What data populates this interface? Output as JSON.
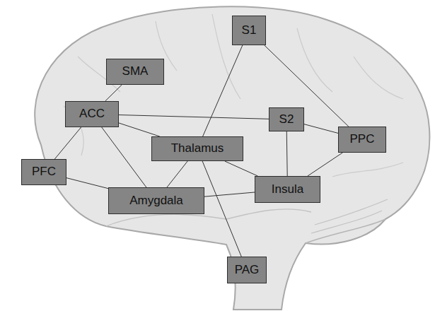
{
  "diagram": {
    "nodes": [
      {
        "text": [
          "S1"
        ]
      },
      {
        "text": [
          "SMA"
        ]
      },
      {
        "text": [
          "ACC"
        ]
      },
      {
        "text": [
          "S2"
        ]
      },
      {
        "text": [
          "PPC"
        ]
      },
      {
        "text": [
          "Thalamus"
        ]
      },
      {
        "text": [
          "PFC"
        ]
      },
      {
        "text": [
          "Insula"
        ]
      },
      {
        "text": [
          "Amygdala"
        ]
      },
      {
        "text": [
          "PAG"
        ]
      }
    ],
    "edges": [
      {
        "from": 0,
        "to": 5,
        "arrow": "none"
      },
      {
        "from": 0,
        "to": 4,
        "arrow": "none"
      },
      {
        "from": 1,
        "to": 2,
        "arrow": "none"
      },
      {
        "from": 2,
        "to": 3,
        "arrow": "none"
      },
      {
        "from": 2,
        "to": 5,
        "arrow": "none"
      },
      {
        "from": 2,
        "to": 6,
        "arrow": "none"
      },
      {
        "from": 2,
        "to": 8,
        "arrow": "none"
      },
      {
        "from": 3,
        "to": 4,
        "arrow": "none"
      },
      {
        "from": 3,
        "to": 7,
        "arrow": "none"
      },
      {
        "from": 5,
        "to": 7,
        "arrow": "none"
      },
      {
        "from": 5,
        "to": 8,
        "arrow": "none"
      },
      {
        "from": 5,
        "to": 9,
        "arrow": "none"
      },
      {
        "from": 4,
        "to": 7,
        "arrow": "none"
      },
      {
        "from": 7,
        "to": 8,
        "arrow": "none"
      },
      {
        "from": 6,
        "to": 8,
        "arrow": "none"
      }
    ]
  }
}
